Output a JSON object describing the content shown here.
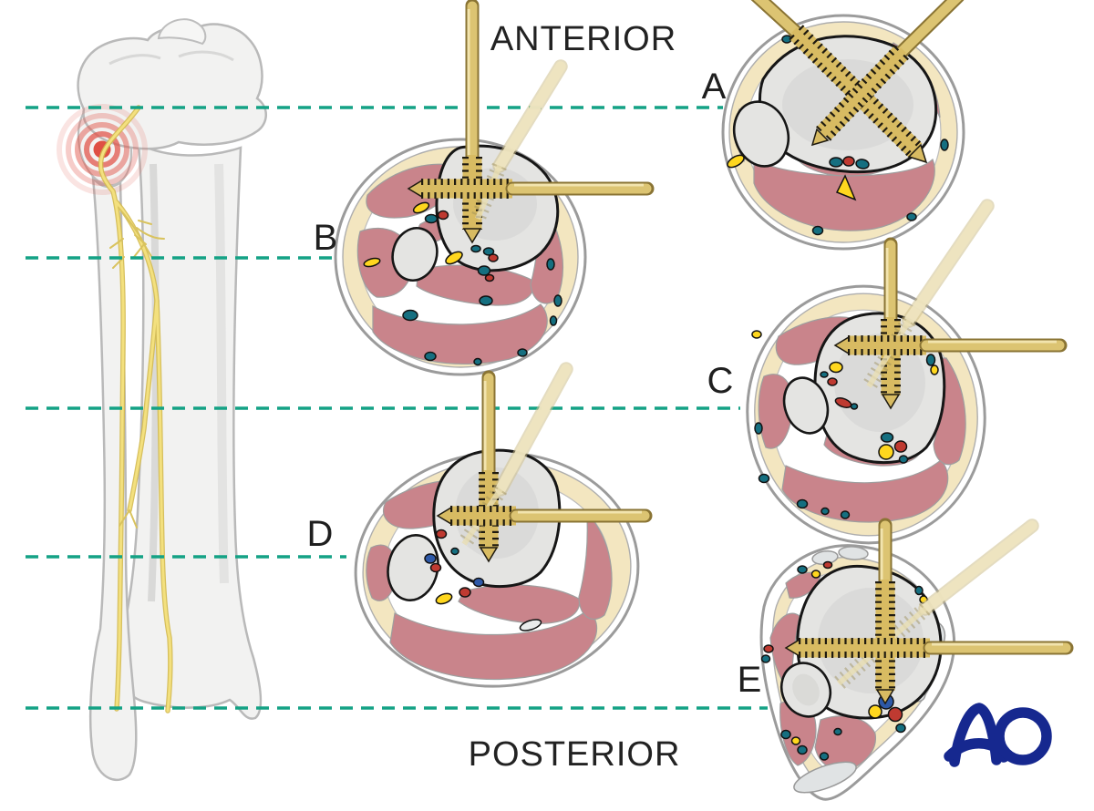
{
  "figure": {
    "orientation_labels": {
      "top": "ANTERIOR",
      "bottom": "POSTERIOR"
    },
    "section_labels": {
      "a": "A",
      "b": "B",
      "c": "C",
      "d": "D",
      "e": "E"
    },
    "logo": {
      "text": "AO"
    },
    "colors": {
      "level_line_teal": "#14a285",
      "muscle_rose": "#c9848b",
      "bone_gray": "#e4e4e2",
      "fat_yellow": "#f3e6c0",
      "pin_gold": "#d8bb62",
      "ghost_pin": "#efe5c0",
      "nerve_yellow": "#f3e07e",
      "injury_red": "#e2574c",
      "vessel_teal": "#156f80",
      "vessel_red": "#bf3a31",
      "vessel_yellow": "#ffd71e",
      "vessel_blue": "#2e59a8",
      "logo_blue": "#16288f",
      "label_text": "#1f1f1f"
    }
  }
}
